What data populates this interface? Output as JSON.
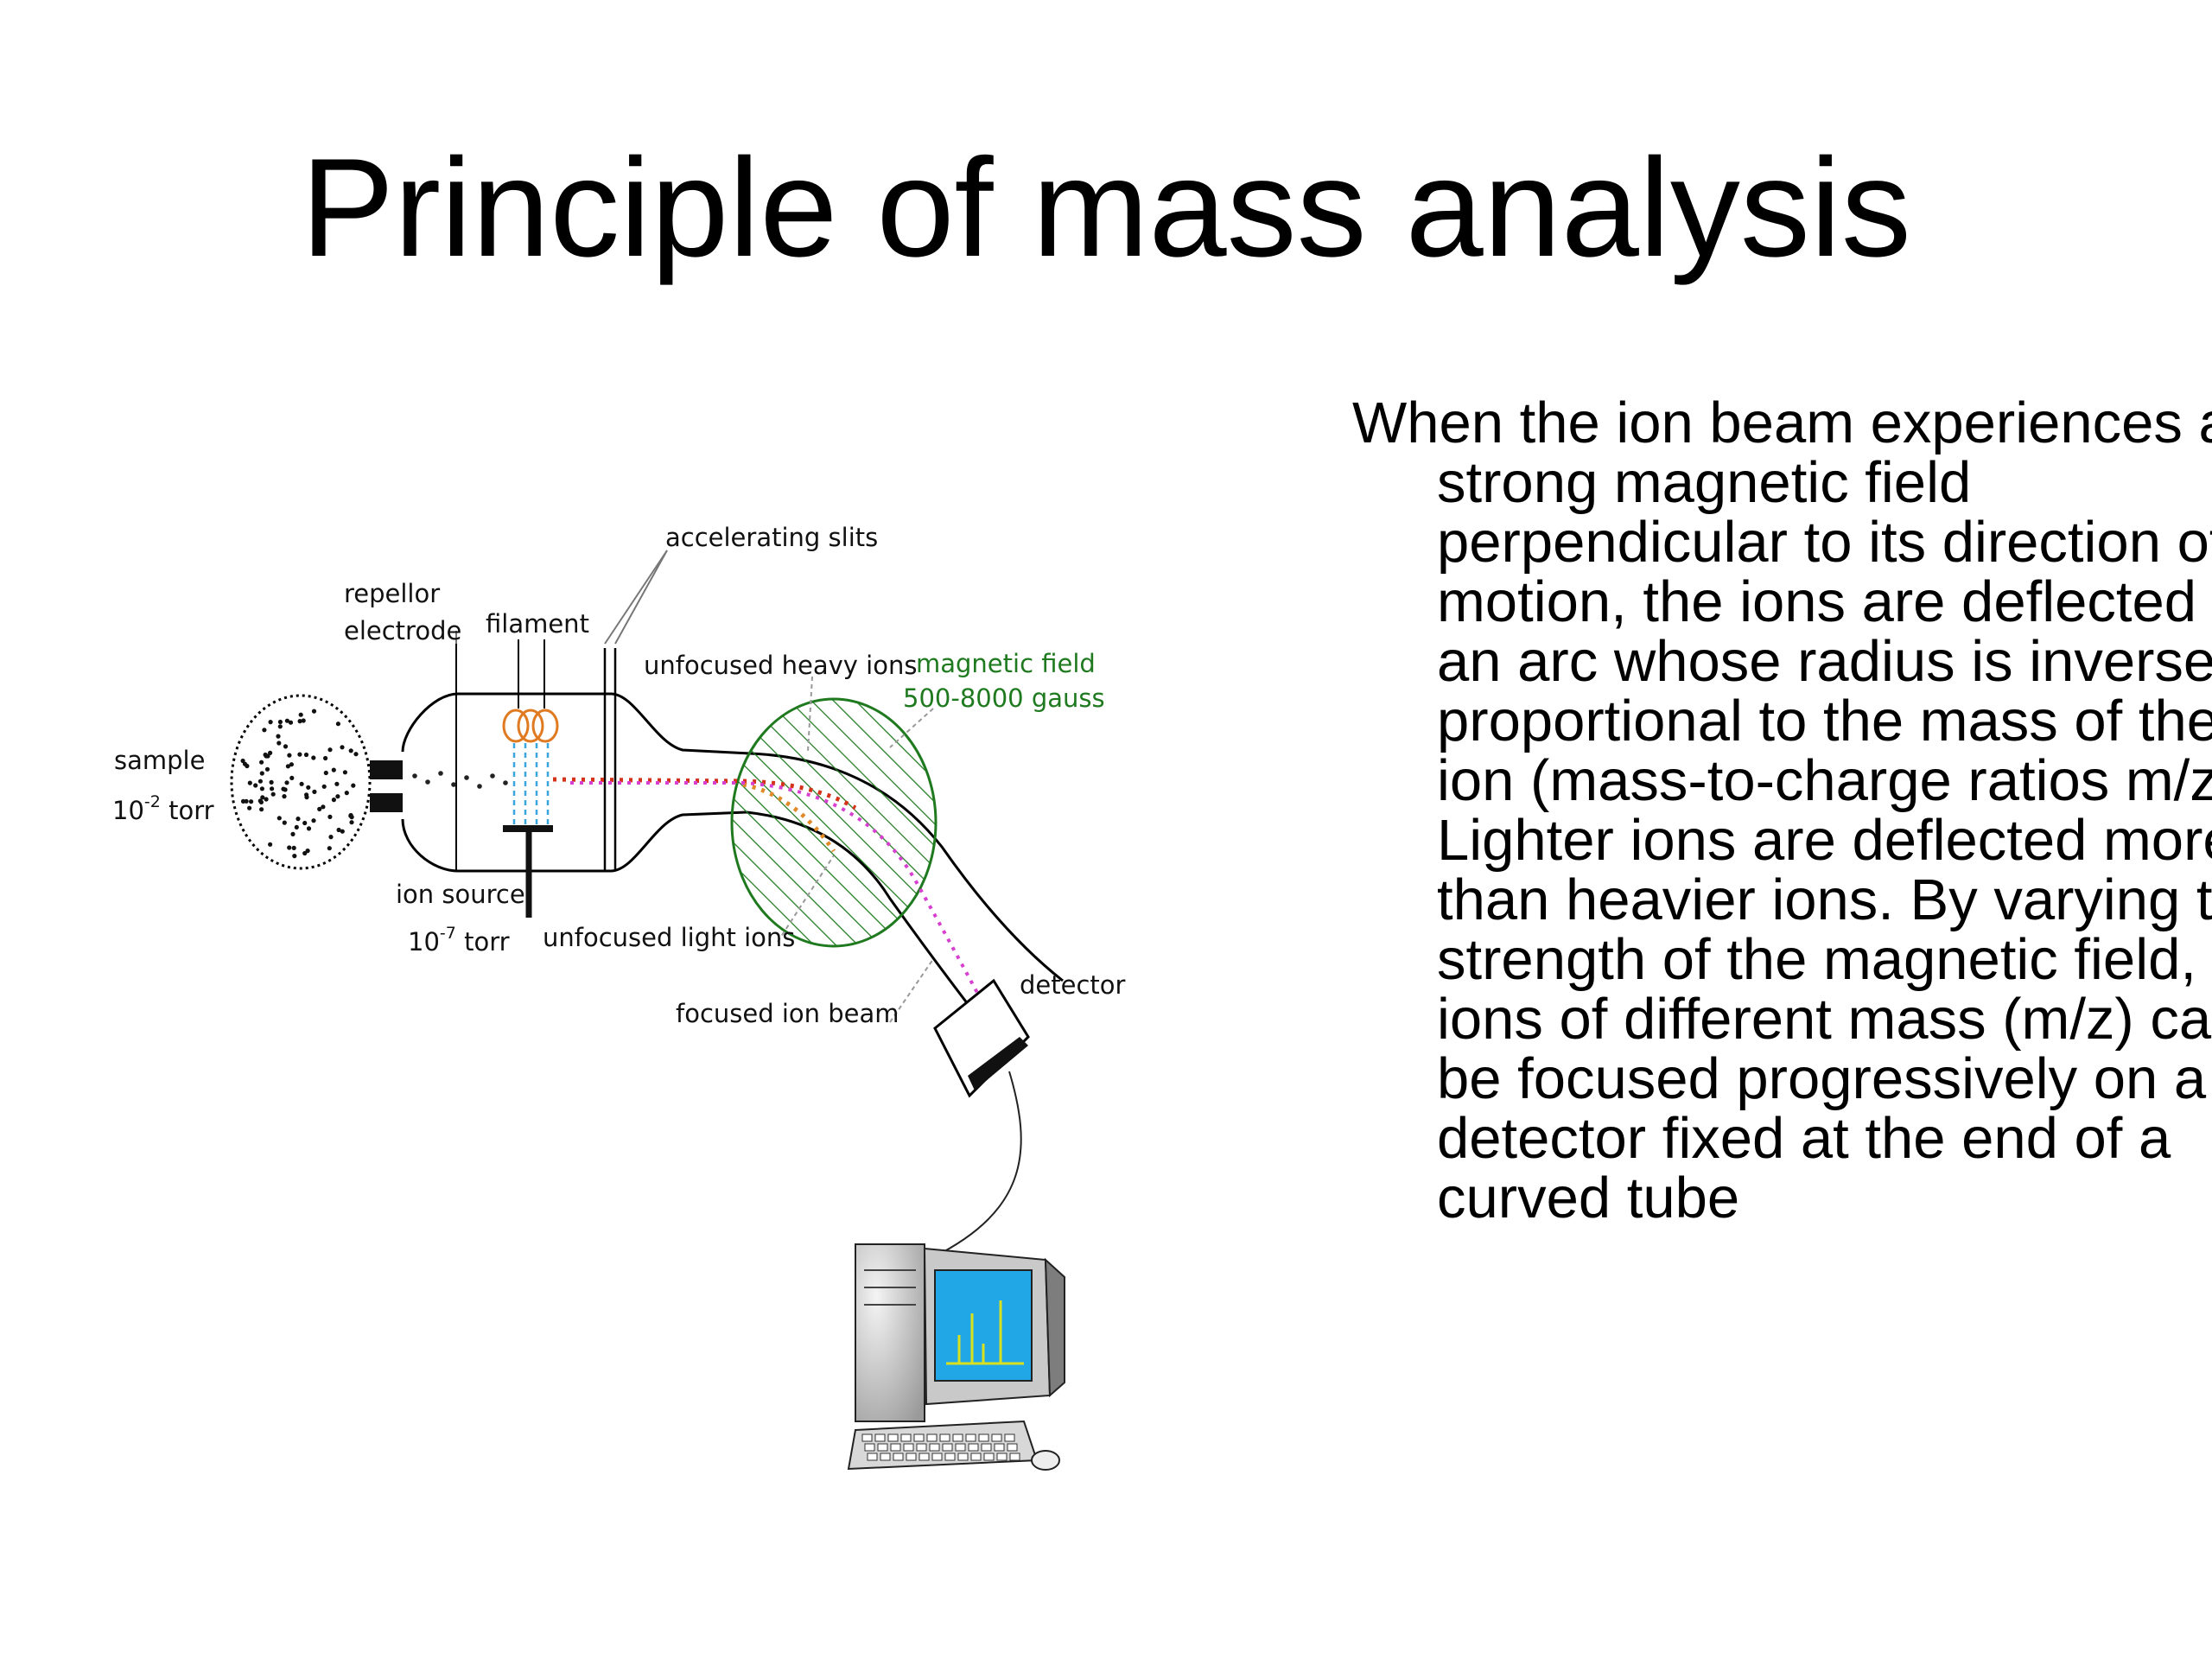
{
  "slide": {
    "title": "Principle of mass analysis",
    "body": "When the ion beam experiences a strong magnetic field perpendicular to its direction of motion, the ions are deflected in an arc whose radius is inversely proportional to the mass of the ion (mass-to-charge ratios m/z). Lighter ions are deflected more than heavier ions. By varying the strength of the magnetic field, ions of different mass (m/z) can be focused progressively on a detector fixed at the end of a curved tube"
  },
  "diagram": {
    "labels": {
      "accelerating_slits": "accelerating slits",
      "repellor": "repellor",
      "electrode": "electrode",
      "filament": "filament",
      "unfocused_heavy_ions": "unfocused heavy ions",
      "magnetic_field": "magnetic field",
      "gauss": "500-8000 gauss",
      "sample": "sample",
      "sample_pressure_base": "10",
      "sample_pressure_exp": "-2",
      "sample_pressure_unit": " torr",
      "ion_source": "ion source",
      "source_pressure_base": "10",
      "source_pressure_exp": "-7",
      "source_pressure_unit": " torr",
      "unfocused_light_ions": "unfocused light ions",
      "focused_ion_beam": "focused ion beam",
      "detector": "detector"
    },
    "colors": {
      "magnetic_field": "#1f7a1f",
      "heavy_ions": "#d4331a",
      "light_ions": "#e08a2a",
      "focused_beam": "#d63fcf",
      "electron_beam": "#3aa6e0",
      "filament_coil": "#e07a20",
      "monitor_screen": "#22a7e6",
      "spectrum_peaks": "#d8e020"
    }
  }
}
